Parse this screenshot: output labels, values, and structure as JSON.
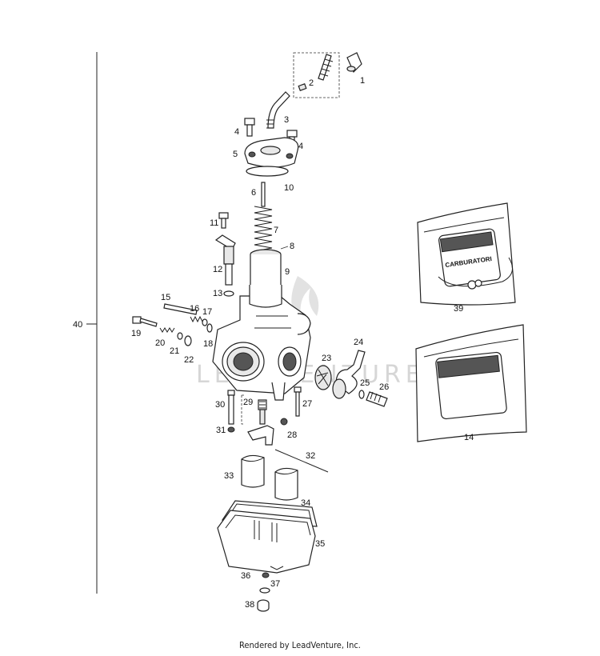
{
  "watermark": "LEADVENTURE",
  "footer": "Rendered by LeadVenture, Inc.",
  "bag_label": "CARBURATORI",
  "callouts": {
    "c1": "1",
    "c2": "2",
    "c3": "3",
    "c4a": "4",
    "c4b": "4",
    "c5": "5",
    "c6": "6",
    "c7": "7",
    "c8": "8",
    "c9": "9",
    "c10": "10",
    "c11": "11",
    "c12": "12",
    "c13": "13",
    "c14": "14",
    "c15": "15",
    "c16": "16",
    "c17": "17",
    "c18": "18",
    "c19": "19",
    "c20": "20",
    "c21": "21",
    "c22": "22",
    "c23": "23",
    "c24": "24",
    "c25": "25",
    "c26": "26",
    "c27": "27",
    "c28": "28",
    "c29": "29",
    "c30": "30",
    "c31": "31",
    "c32": "32",
    "c33": "33",
    "c34": "34",
    "c35": "35",
    "c36": "36",
    "c37": "37",
    "c38": "38",
    "c39": "39",
    "c40": "40"
  }
}
